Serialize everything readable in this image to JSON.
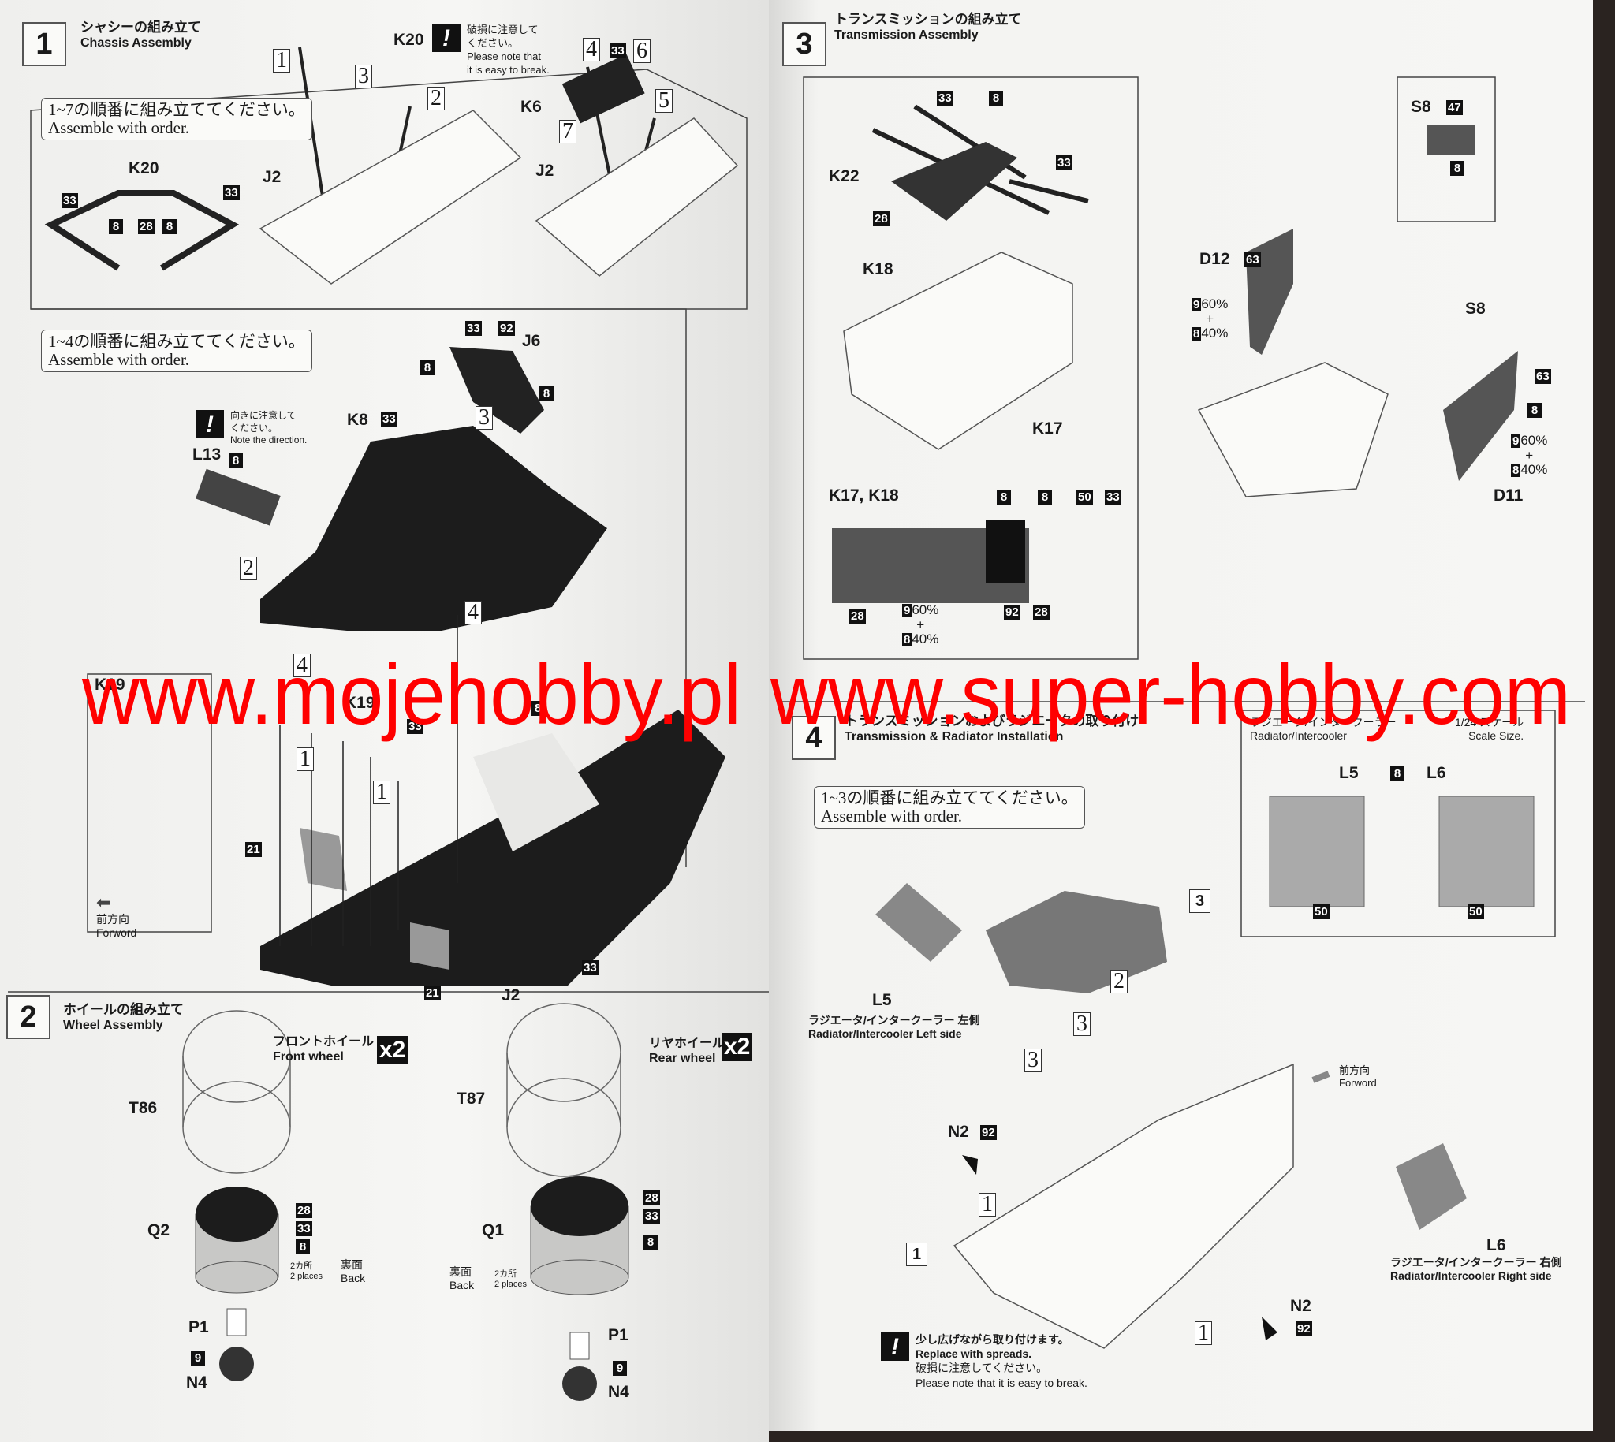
{
  "step1": {
    "number": "1",
    "title_jp": "シャシーの組み立て",
    "title_en": "Chassis Assembly",
    "note_a": {
      "jp": "1~7の順番に組み立ててください。",
      "en": "Assemble with order."
    },
    "note_b": {
      "jp": "1~4の順番に組み立ててください。",
      "en": "Assemble with order."
    },
    "caution_break": {
      "jp1": "破損に注意して",
      "jp2": "ください。",
      "en1": "Please note that",
      "en2": "it is easy to break."
    },
    "caution_direction": {
      "jp1": "向きに注意して",
      "jp2": "ください。",
      "en": "Note the direction."
    },
    "forward": {
      "jp": "前方向",
      "en": "Forword"
    }
  },
  "step2": {
    "number": "2",
    "title_jp": "ホイールの組み立て",
    "title_en": "Wheel Assembly",
    "front": {
      "jp": "フロントホイール",
      "en": "Front wheel",
      "qty": "x2"
    },
    "rear": {
      "jp": "リヤホイール",
      "en": "Rear wheel",
      "qty": "x2"
    },
    "two_places": {
      "jp": "2カ所",
      "en": "2 places"
    },
    "back": {
      "jp": "裏面",
      "en": "Back"
    }
  },
  "step3": {
    "number": "3",
    "title_jp": "トランスミッションの組み立て",
    "title_en": "Transmission Assembly",
    "mixes": [
      {
        "c1": "9",
        "p1": "60%",
        "plus": "+",
        "c2": "8",
        "p2": "40%"
      },
      {
        "c1": "9",
        "p1": "60%",
        "plus": "+",
        "c2": "8",
        "p2": "40%"
      },
      {
        "c1": "9",
        "p1": "60%",
        "plus": "+",
        "c2": "8",
        "p2": "40%"
      }
    ]
  },
  "step4": {
    "number": "4",
    "title_jp": "トランスミッションおよびラジエータの取り付け",
    "title_en": "Transmission & Radiator Installation",
    "note": {
      "jp": "1~3の順番に組み立ててください。",
      "en": "Assemble with order."
    },
    "radiator_panel": {
      "jp": "ラジエータ/インタークーラー",
      "en": "Radiator/Intercooler",
      "scale_jp": "1/24 スケール",
      "scale_en": "Scale Size."
    },
    "left_side": {
      "jp": "ラジエータ/インタークーラー 左側",
      "en": "Radiator/Intercooler Left side"
    },
    "right_side": {
      "jp": "ラジエータ/インタークーラー 右側",
      "en": "Radiator/Intercooler Right side"
    },
    "forward": {
      "jp": "前方向",
      "en": "Forword"
    },
    "caution": {
      "jp1": "少し広げながら取り付けます。",
      "en1": "Replace with spreads.",
      "jp2": "破損に注意してください。",
      "en2": "Please note that it is easy to break."
    }
  },
  "labels": [
    "K20",
    "1",
    "3",
    "2",
    "4",
    "33",
    "6",
    "5",
    "K6",
    "7",
    "K20",
    "33",
    "8",
    "28",
    "8",
    "33",
    "J2",
    "J2",
    "33",
    "92",
    "J6",
    "8",
    "8",
    "3",
    "K8",
    "33",
    "L13",
    "8",
    "2",
    "4",
    "4",
    "K19",
    "K19",
    "33",
    "8",
    "1",
    "1",
    "21",
    "21",
    "J2",
    "33",
    "T86",
    "Q2",
    "28",
    "33",
    "8",
    "P1",
    "9",
    "N4",
    "T87",
    "Q1",
    "28",
    "33",
    "8",
    "P1",
    "9",
    "N4",
    "33",
    "8",
    "K22",
    "33",
    "28",
    "K18",
    "K17",
    "K17, K18",
    "8",
    "8",
    "50",
    "33",
    "28",
    "92",
    "28",
    "S8",
    "47",
    "8",
    "D12",
    "63",
    "S8",
    "63",
    "8",
    "D11",
    "L5",
    "8",
    "L6",
    "50",
    "50",
    "3",
    "2",
    "3",
    "3",
    "L5",
    "N2",
    "92",
    "1",
    "1",
    "1",
    "N2",
    "92",
    "L6"
  ],
  "watermark": {
    "left": "www.mojehobby.pl",
    "right": "www.super-hobby.com",
    "color": "#ff0000"
  }
}
